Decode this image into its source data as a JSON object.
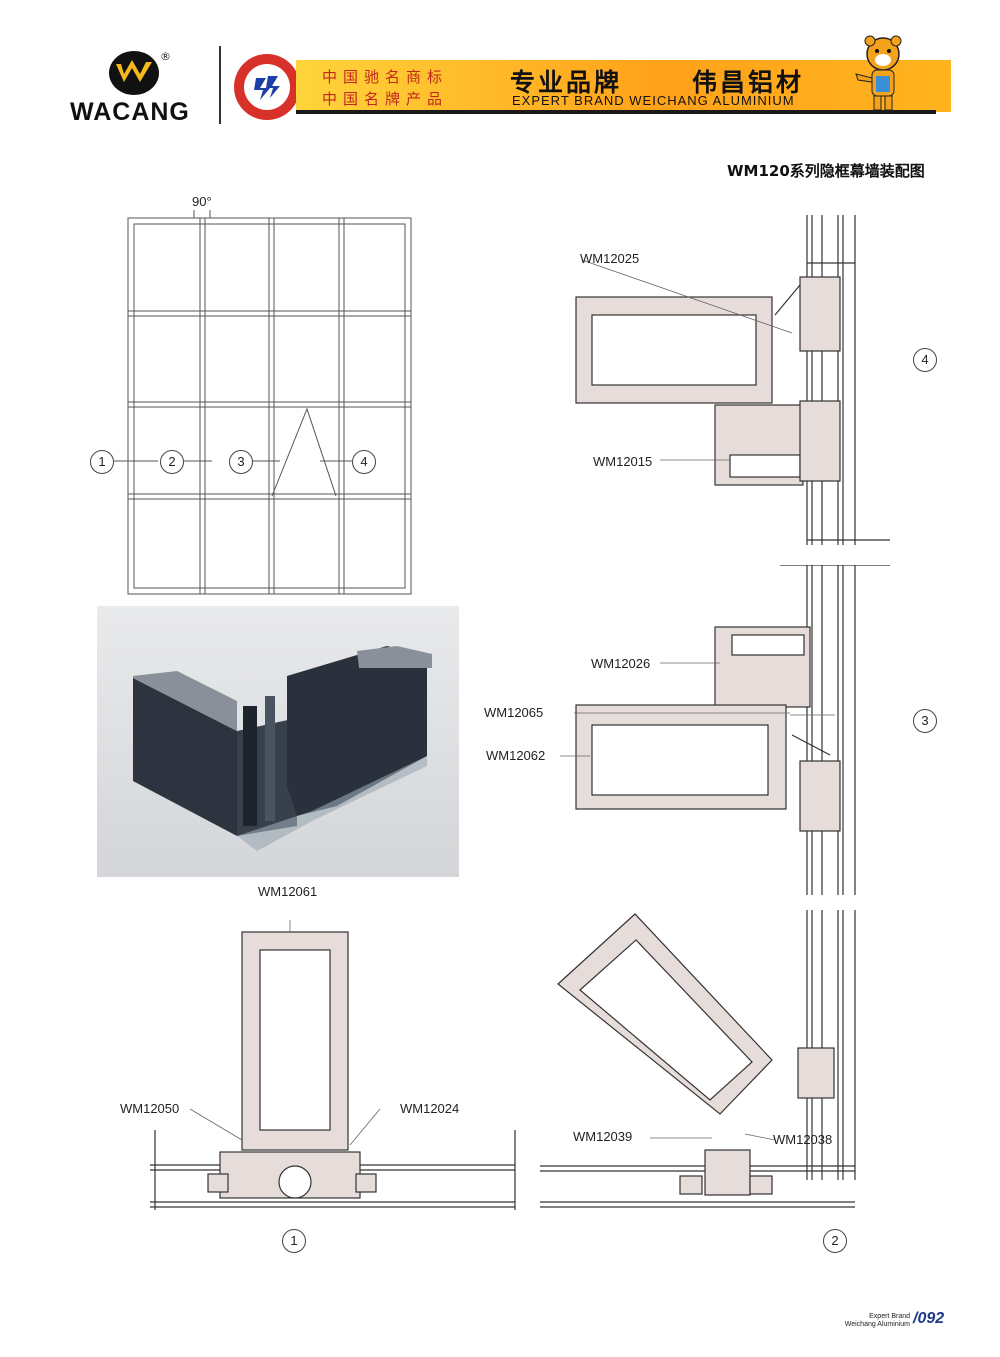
{
  "header": {
    "logo_text": "WACANG",
    "logo_registered": "®",
    "cn_line1": "中国驰名商标",
    "cn_line2": "中国名牌产品",
    "brand_cn_1": "专业品牌",
    "brand_cn_2": "伟昌铝材",
    "brand_en": "EXPERT BRAND WEICHANG ALUMINIUM"
  },
  "page_title": "WM120系列隐框幕墙装配图",
  "elevation": {
    "angle_label": "90°",
    "markers": [
      "1",
      "2",
      "3",
      "4"
    ]
  },
  "details": {
    "d4": {
      "marker": "4",
      "labels": [
        "WM12025",
        "WM12015"
      ]
    },
    "d3": {
      "marker": "3",
      "labels": [
        "WM12026",
        "WM12065",
        "WM12062"
      ]
    },
    "d1": {
      "marker": "1",
      "labels": [
        "WM12061",
        "WM12050",
        "WM12024"
      ]
    },
    "d2": {
      "marker": "2",
      "labels": [
        "WM12039",
        "WM12038"
      ]
    }
  },
  "footer": {
    "line1": "Expert Brand",
    "line2": "Weichang Aluminium",
    "page_number": "/092"
  },
  "colors": {
    "banner": "#ffb41e",
    "brand_red": "#c2281c",
    "page_blue": "#1f3a8a"
  }
}
